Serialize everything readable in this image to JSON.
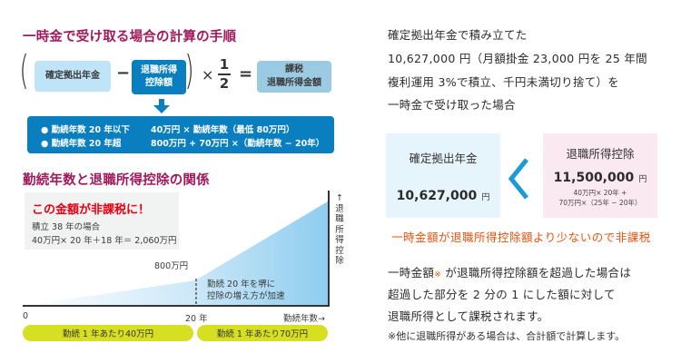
{
  "section1": {
    "title": "一時金で受け取る場合の計算の手順",
    "formula": {
      "left_paren": "(",
      "right_paren": ")",
      "box1": "確定拠出年金",
      "minus": "−",
      "box2_line1": "退職所得",
      "box2_line2": "控除額",
      "times": "×",
      "fraction_num": "1",
      "fraction_den": "2",
      "equals": "=",
      "box3_line1": "課税",
      "box3_line2": "退職所得金額"
    },
    "rules": [
      {
        "condition": "● 勤続年数 20 年以下",
        "formula": "40万円 × 勤続年数（最低 80万円）"
      },
      {
        "condition": "● 勤続年数 20 年超",
        "formula": "800万円 + 70万円 ×（勤続年数 − 20年）"
      }
    ]
  },
  "section2": {
    "title": "勤続年数と退職所得控除の関係",
    "callout": {
      "headline": "この金額が非課税に！",
      "line1": "積立 38 年の場合",
      "line2": "40万円× 20 年＋18 年＝ 2,060万円"
    },
    "point_label": "800万円",
    "annotation_line1": "勤続 20 年を堺に",
    "annotation_line2": "控除の増え方が加速",
    "y_axis_label": "↑退職所得控除",
    "x_labels": {
      "zero": "0",
      "mid": "20 年",
      "axis": "勤続年数→"
    },
    "pills": [
      "勤続 1 年あたり40万円",
      "勤続 1 年あたり70万円"
    ]
  },
  "right": {
    "intro_lines": [
      "確定拠出年金で積み立てた",
      "10,627,000 円（月額掛金 23,000 円を 25 年間",
      "複利運用 3%で積立、千円未満切り捨て）を",
      "一時金で受け取った場合"
    ],
    "left_box": {
      "label": "確定拠出年金",
      "amount": "10,627,000",
      "unit": "円"
    },
    "comparator": "<",
    "right_box": {
      "label": "退職所得控除",
      "amount": "11,500,000",
      "unit": "円",
      "calc_line1": "40万円× 20年 +",
      "calc_line2": "70万円×（25年 − 20年）"
    },
    "conclusion": "一時金額が退職所得控除額より少ないので非課税",
    "body_lines": [
      {
        "pre": "一時金額",
        "mark": "※",
        "post": " が退職所得控除額を超過した場合は"
      },
      {
        "pre": "超過した部分を 2 分の 1 にした額に対して",
        "mark": "",
        "post": ""
      },
      {
        "pre": "退職所得として課税されます。",
        "mark": "",
        "post": ""
      }
    ],
    "footnote": "※他に退職所得がある場合は、合計額で計算します。"
  },
  "colors": {
    "title": "#a0195c",
    "dark_blue": "#0a7fbf",
    "light_blue": "#bfe3f7",
    "pill": "#d7df23",
    "red": "#e60012",
    "orange": "#e8530e",
    "pink_box": "#fbe9f1",
    "blue_box": "#e6f4fc",
    "chevron": "#1a9ad6"
  }
}
